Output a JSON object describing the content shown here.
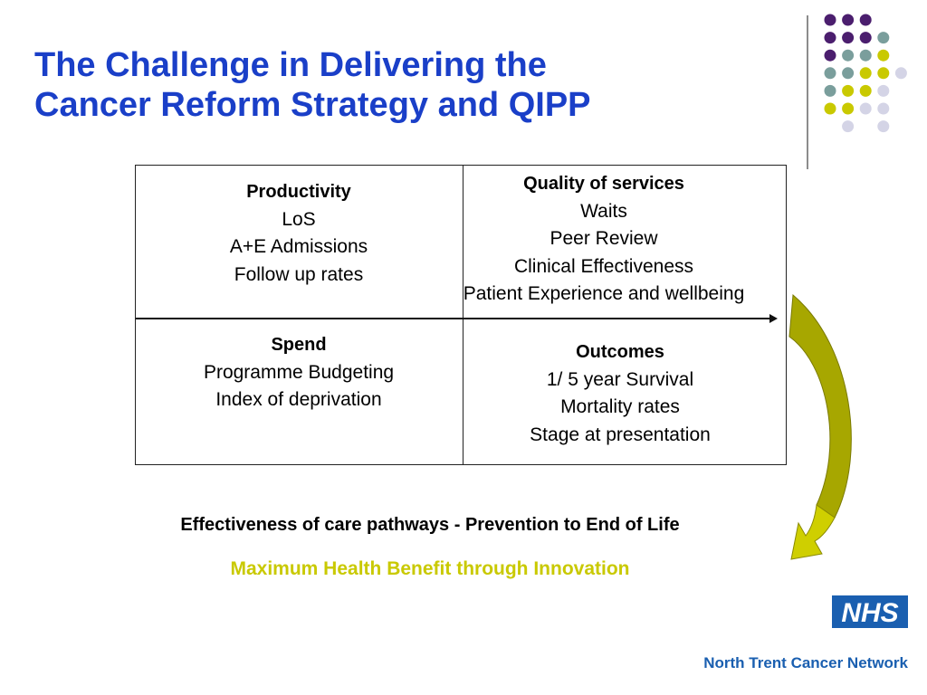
{
  "slide": {
    "title_lines": [
      "The Challenge in Delivering the",
      "Cancer Reform Strategy and QIPP"
    ],
    "colors": {
      "title": "#1a3fc8",
      "purple": "#4b1e6e",
      "teal": "#7a9e9c",
      "yellow": "#c9c900",
      "lavender": "#d4d4e6",
      "arrow_olive": "#a7a700",
      "arrow_yellow": "#cfcf00",
      "nhs_blue": "#1a5fb0"
    }
  },
  "quadrants": {
    "productivity": {
      "heading": "Productivity",
      "items": [
        "LoS",
        "A+E Admissions",
        "Follow up rates"
      ]
    },
    "quality": {
      "heading": "Quality of services",
      "items": [
        "Waits",
        "Peer Review",
        "Clinical Effectiveness",
        "Patient Experience and wellbeing"
      ]
    },
    "spend": {
      "heading": "Spend",
      "items": [
        "Programme Budgeting",
        "Index of deprivation"
      ]
    },
    "outcomes": {
      "heading": "Outcomes",
      "items": [
        "1/ 5 year Survival",
        "Mortality rates",
        "Stage at presentation"
      ]
    }
  },
  "footer": {
    "effectiveness": "Effectiveness of care pathways - Prevention to End of Life",
    "benefit": "Maximum Health Benefit through Innovation",
    "nhs_logo": "NHS",
    "network": "North Trent Cancer Network"
  },
  "decor": {
    "dot_grid": [
      [
        "purple",
        "purple",
        "purple",
        "none"
      ],
      [
        "purple",
        "purple",
        "purple",
        "teal"
      ],
      [
        "purple",
        "teal",
        "teal",
        "yellow"
      ],
      [
        "teal",
        "teal",
        "yellow",
        "yellow",
        "lavender"
      ],
      [
        "teal",
        "yellow",
        "yellow",
        "lavender"
      ],
      [
        "yellow",
        "yellow",
        "lavender",
        "lavender"
      ],
      [
        "none",
        "lavender",
        "none",
        "lavender"
      ]
    ]
  }
}
